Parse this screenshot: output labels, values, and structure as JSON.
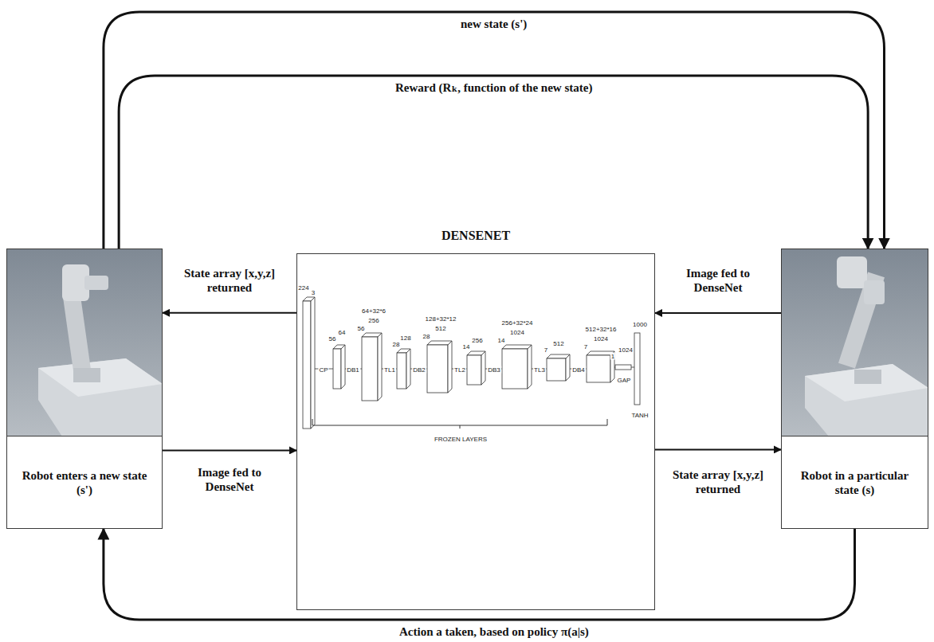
{
  "diagram": {
    "nodes": [
      {
        "text": [
          "Robot enters a new state (s')"
        ]
      },
      {
        "text": [
          "DENSENET"
        ]
      },
      {
        "text": [
          "Robot in a particular state (s)"
        ]
      }
    ],
    "edges": [
      {
        "from": 0,
        "to": 2,
        "arrow": "to",
        "label": "new state (s')"
      },
      {
        "from": 0,
        "to": 2,
        "arrow": "to",
        "label": "Reward (Rₖ, function of the new state)"
      },
      {
        "from": 2,
        "to": 1,
        "arrow": "to",
        "label": "Image fed to DenseNet"
      },
      {
        "from": 1,
        "to": 0,
        "arrow": "to",
        "label": "State array [x,y,z] returned"
      },
      {
        "from": 0,
        "to": 1,
        "arrow": "to",
        "label": "Image fed to DenseNet"
      },
      {
        "from": 1,
        "to": 2,
        "arrow": "to",
        "label": "State array [x,y,z] returned"
      },
      {
        "from": 2,
        "to": 0,
        "arrow": "to",
        "label": "Action a taken, based on policy π(a|s)"
      }
    ],
    "labels": [
      "224",
      "3",
      "CP",
      "56",
      "64",
      "DB1",
      "56",
      "256",
      "64+32*6",
      "TL1",
      "28",
      "128",
      "DB2",
      "28",
      "512",
      "128+32*12",
      "TL2",
      "14",
      "256",
      "DB3",
      "14",
      "1024",
      "256+32*24",
      "TL3",
      "7",
      "512",
      "DB4",
      "7",
      "1024",
      "512+32*16",
      "1",
      "1024",
      "GAP",
      "1000",
      "TANH",
      "FROZEN LAYERS"
    ]
  }
}
